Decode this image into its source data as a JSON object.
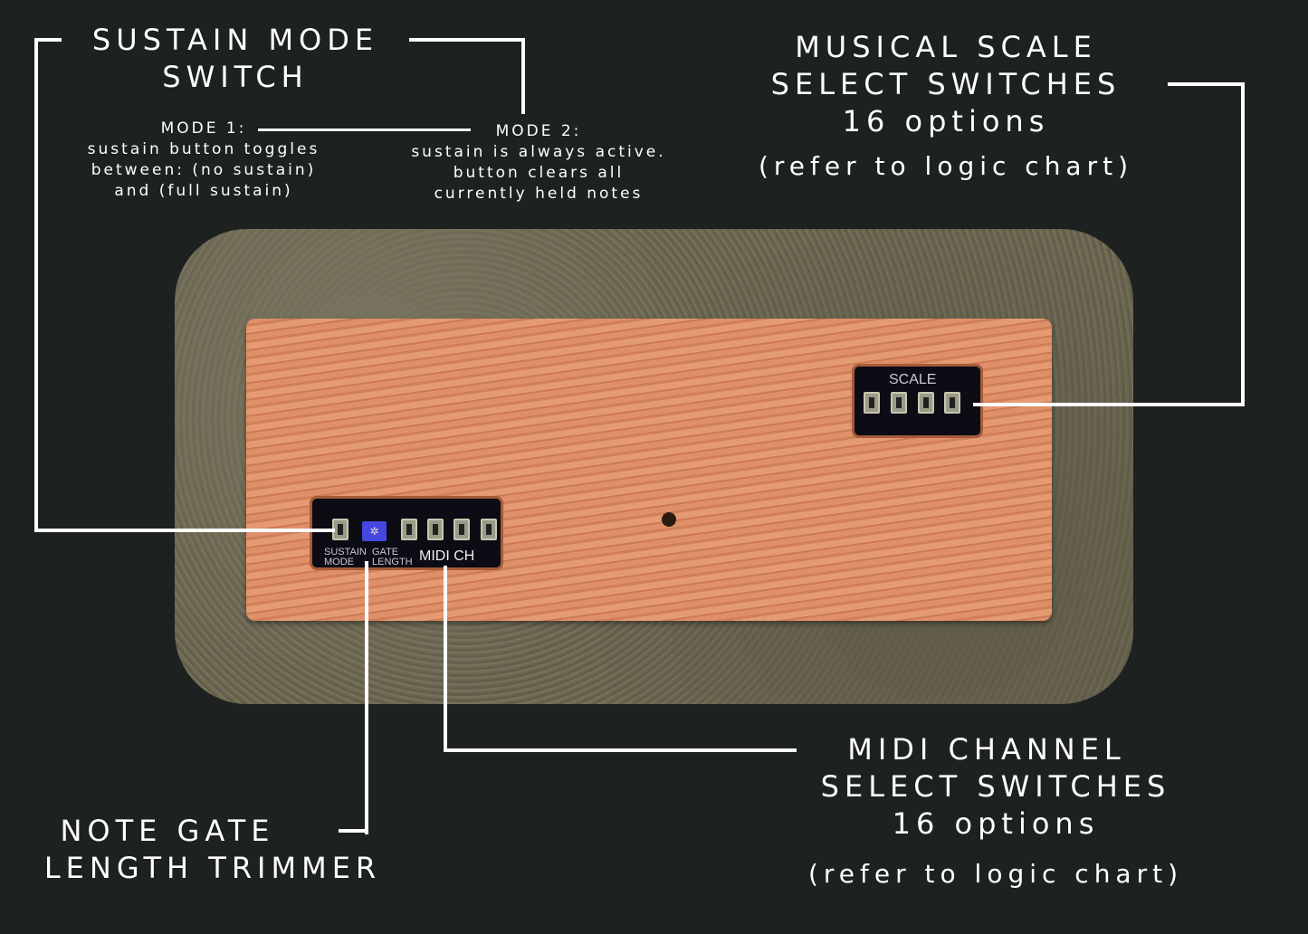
{
  "sustain": {
    "title_line1": "SUSTAIN MODE",
    "title_line2": "SWITCH",
    "mode1_label": "MODE 1:",
    "mode1_desc": [
      "sustain button toggles",
      "between: (no sustain)",
      "and (full sustain)"
    ],
    "mode2_label": "MODE 2:",
    "mode2_desc": [
      "sustain is always active.",
      "button clears all",
      "currently held notes"
    ]
  },
  "scale": {
    "lines": [
      "MUSICAL SCALE",
      "SELECT SWITCHES",
      "16 options"
    ],
    "note": "(refer to logic chart)"
  },
  "gate": {
    "lines": [
      "NOTE GATE",
      "LENGTH TRIMMER"
    ]
  },
  "midi": {
    "lines": [
      "MIDI CHANNEL",
      "SELECT SWITCHES",
      "16 options"
    ],
    "note": "(refer to logic chart)"
  },
  "device": {
    "scale_label": "SCALE",
    "sustain_label": [
      "SUSTAIN",
      "MODE"
    ],
    "gate_label": [
      "GATE",
      "LENGTH"
    ],
    "midi_label": "MIDI CH"
  }
}
